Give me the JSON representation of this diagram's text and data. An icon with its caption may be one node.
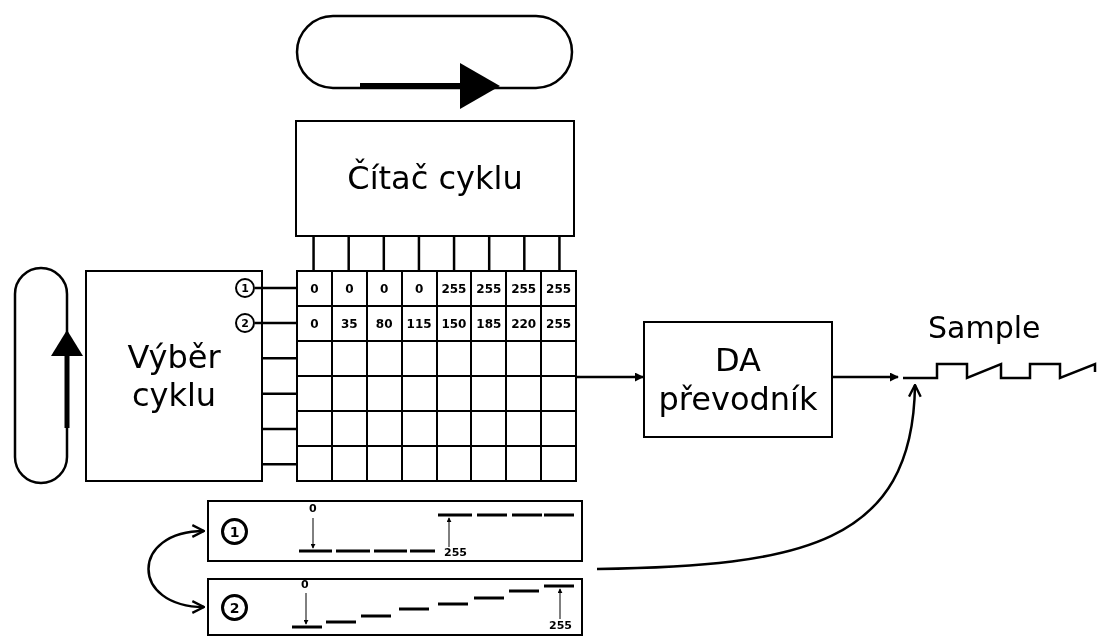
{
  "diagram": {
    "nodes": [
      {
        "text": [
          "Čítač cyklu"
        ]
      },
      {
        "text": [
          "Výběr cyklu"
        ]
      },
      {
        "text": [
          "0",
          "0",
          "0",
          "0",
          "255",
          "255",
          "255",
          "255",
          "0",
          "35",
          "80",
          "115",
          "150",
          "185",
          "220",
          "255"
        ]
      },
      {
        "text": [
          "1"
        ],
        "in": 1
      },
      {
        "text": [
          "2"
        ],
        "in": 1
      },
      {
        "text": [
          "DA převodník"
        ]
      },
      {
        "text": [
          "Sample"
        ]
      },
      {
        "text": [
          "1",
          "0",
          "255"
        ]
      },
      {
        "text": [
          "2",
          "0",
          "255"
        ]
      }
    ],
    "edges": [
      {
        "from": 0,
        "to": 2,
        "arrow": "none"
      },
      {
        "from": 0,
        "to": 2,
        "arrow": "none"
      },
      {
        "from": 0,
        "to": 2,
        "arrow": "none"
      },
      {
        "from": 0,
        "to": 2,
        "arrow": "none"
      },
      {
        "from": 0,
        "to": 2,
        "arrow": "none"
      },
      {
        "from": 0,
        "to": 2,
        "arrow": "none"
      },
      {
        "from": 0,
        "to": 2,
        "arrow": "none"
      },
      {
        "from": 0,
        "to": 2,
        "arrow": "none"
      },
      {
        "from": 3,
        "to": 2,
        "arrow": "none"
      },
      {
        "from": 4,
        "to": 2,
        "arrow": "none"
      },
      {
        "from": 1,
        "to": 2,
        "arrow": "none"
      },
      {
        "from": 1,
        "to": 2,
        "arrow": "none"
      },
      {
        "from": 1,
        "to": 2,
        "arrow": "none"
      },
      {
        "from": 1,
        "to": 2,
        "arrow": "none"
      },
      {
        "from": 2,
        "to": 5,
        "arrow": "to"
      },
      {
        "from": 5,
        "to": 6,
        "arrow": "to"
      },
      {
        "from": 7,
        "to": 8,
        "arrow": "both"
      },
      {
        "from": null,
        "to": 6,
        "arrow": "to"
      }
    ]
  }
}
